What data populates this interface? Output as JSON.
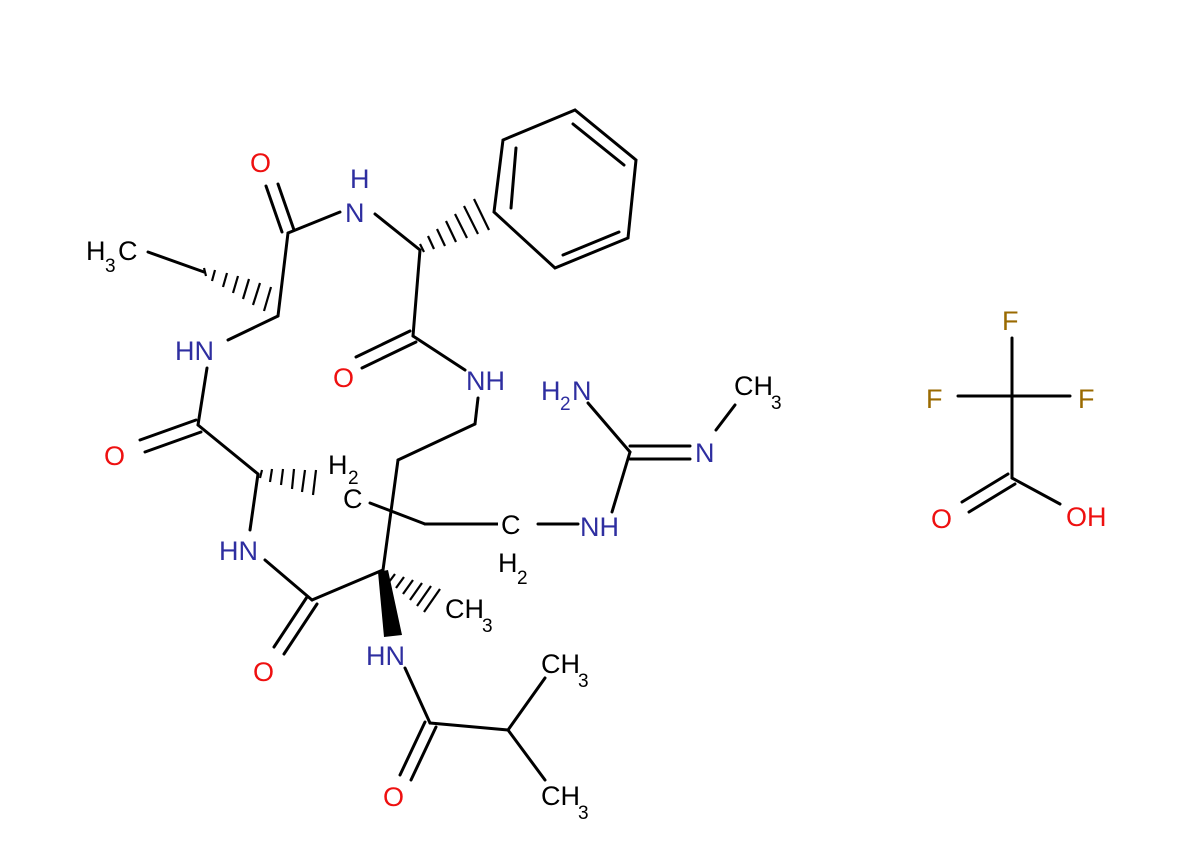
{
  "colors": {
    "carbon": "#000000",
    "nitrogen": "#2e2ea0",
    "oxygen": "#ee1010",
    "fluorine": "#9a6a00",
    "background": "#ffffff"
  },
  "molecule": {
    "atom_labels": {
      "o1": "O",
      "n1": "H",
      "n2": "N",
      "h3c": "H",
      "h3c_sub": "3",
      "h3c_c": "C",
      "n3": "HN",
      "o2": "O",
      "n4": "NH",
      "n5_h": "H",
      "n5_h_sub": "2",
      "n5_n": "N",
      "ch3a_c": "CH",
      "ch3a_sub": "3",
      "o3": "O",
      "ch2a_h": "H",
      "ch2a_sub": "2",
      "ch2a_c": "C",
      "n6": "N",
      "ch2b_c": "C",
      "ch2b_h": "H",
      "ch2b_sub": "2",
      "n7": "NH",
      "n8": "HN",
      "ch3b_c": "CH",
      "ch3b_sub": "3",
      "o4": "O",
      "n9": "HN",
      "ch3c_c": "CH",
      "ch3c_sub": "3",
      "o5": "O",
      "ch3d_c": "CH",
      "ch3d_sub": "3"
    }
  },
  "counterion": {
    "atom_labels": {
      "f1": "F",
      "f2": "F",
      "f3": "F",
      "o1": "O",
      "oh": "OH"
    }
  }
}
